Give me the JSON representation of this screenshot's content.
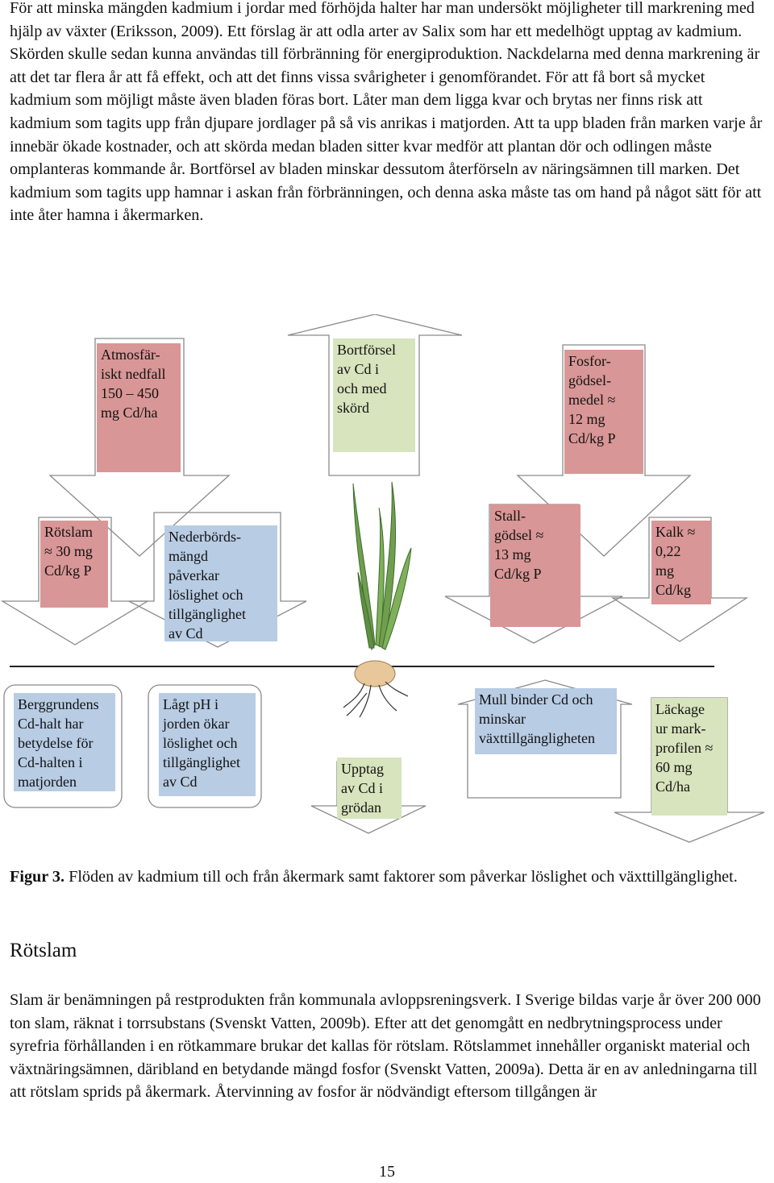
{
  "body": {
    "paragraph1": "För att minska mängden kadmium i jordar med förhöjda halter har man undersökt möjligheter till markrening med hjälp av växter (Eriksson, 2009). Ett förslag är att odla arter av Salix som har ett medelhögt upptag av kadmium. Skörden skulle sedan kunna användas till förbränning för energiproduktion. Nackdelarna med denna markrening är att det tar flera år att få effekt, och att det finns vissa svårigheter i genomförandet. För att få bort så mycket kadmium som möjligt måste även bladen föras bort. Låter man dem ligga kvar och brytas ner finns risk att kadmium som tagits upp från djupare jordlager på så vis anrikas i matjorden. Att ta upp bladen från marken varje år innebär ökade kostnader, och att skörda medan bladen sitter kvar medför att plantan dör och odlingen måste omplanteras kommande år. Bortförsel av bladen minskar dessutom återförseln av näringsämnen till marken. Det kadmium som tagits upp hamnar i askan från förbränningen, och denna aska måste tas om hand på något sätt för att inte åter hamna i åkermarken.",
    "paragraph2": "Slam är benämningen på restprodukten från kommunala avloppsreningsverk. I Sverige bildas varje år över 200 000 ton slam, räknat i torrsubstans (Svenskt Vatten, 2009b). Efter att det genomgått en nedbrytningsprocess under syrefria förhållanden i en rötkammare brukar det kallas för rötslam. Rötslammet innehåller organiskt material och växtnäringsämnen, däribland en betydande mängd fosfor (Svenskt Vatten, 2009a). Detta är en av anledningarna till att rötslam sprids på åkermark. Återvinning av fosfor är nödvändigt eftersom tillgången är"
  },
  "figure": {
    "boxes": {
      "atmos": "Atmosfär-\niskt nedfall\n150 – 450\nmg Cd/ha",
      "bortforsel": "Bortförsel\nav Cd  i\noch med\nskörd",
      "fosfor": "Fosfor-\ngödsel-\nmedel ≈\n12 mg\nCd/kg P",
      "rotslam": "Rötslam\n≈ 30 mg\nCd/kg P",
      "nederbord": "Nederbörds-\nmängd\npåverkar\nlöslighet och\ntillgänglighet\nav Cd",
      "stall": "Stall-\ngödsel ≈\n13 mg\nCd/kg P",
      "kalk": "Kalk ≈\n0,22\nmg\nCd/kg",
      "berg": "Berggrundens\nCd-halt har\nbetydelse för\nCd-halten i\nmatjorden",
      "lagtph": "Lågt pH i\njorden ökar\nlöslighet och\ntillgänglighet\nav Cd",
      "upptag": "Upptag\nav Cd i\ngrödan",
      "mull": "Mull binder Cd och\nminskar\nväxttillgängligheten",
      "lackage": "Läckage\nur mark-\nprofilen ≈\n60 mg\nCd/ha"
    },
    "colors": {
      "red": "#d99696",
      "blue": "#b8cce4",
      "green": "#d7e4bd",
      "plant_leaf": "#6f9e4f",
      "seed": "#e8c79a"
    }
  },
  "caption": {
    "label": "Figur 3.",
    "text": " Flöden av kadmium till och från åkermark samt faktorer som påverkar löslighet och växttillgänglighet."
  },
  "section_heading": "Rötslam",
  "page_number": "15"
}
